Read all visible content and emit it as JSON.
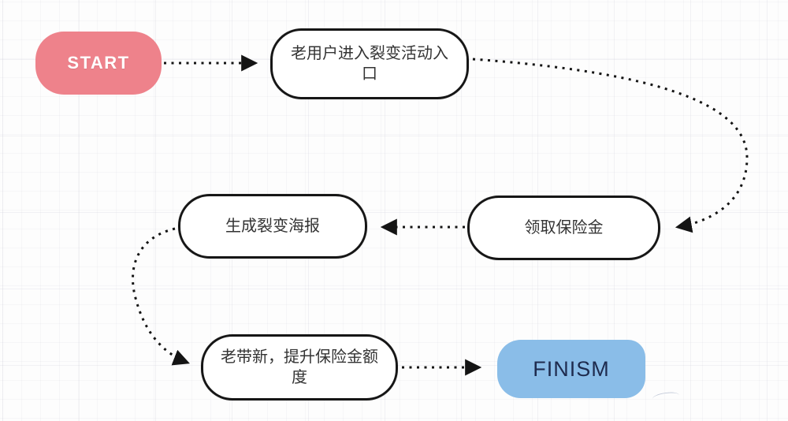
{
  "diagram": {
    "type": "flowchart",
    "background": "grid-paper",
    "nodes": [
      {
        "id": "start",
        "label": "START",
        "shape": "rounded-pill",
        "fill": "#ee828b",
        "text_color": "#ffffff"
      },
      {
        "id": "entry",
        "label": "老用户进入裂变活动入口",
        "shape": "rounded-outline",
        "fill": "#ffffff",
        "text_color": "#333333"
      },
      {
        "id": "claim",
        "label": "领取保险金",
        "shape": "rounded-outline",
        "fill": "#ffffff",
        "text_color": "#333333"
      },
      {
        "id": "poster",
        "label": "生成裂变海报",
        "shape": "rounded-outline",
        "fill": "#ffffff",
        "text_color": "#333333"
      },
      {
        "id": "invite",
        "label": "老带新，提升保险金额度",
        "shape": "rounded-outline",
        "fill": "#ffffff",
        "text_color": "#333333"
      },
      {
        "id": "finish",
        "label": "FINISM",
        "shape": "rounded-pill",
        "fill": "#8abde8",
        "text_color": "#1e2b4e"
      }
    ],
    "edges": [
      {
        "from": "start",
        "to": "entry",
        "style": "dotted-arrow",
        "direction": "right"
      },
      {
        "from": "entry",
        "to": "claim",
        "style": "dotted-arrow-curved",
        "direction": "right-down-left"
      },
      {
        "from": "claim",
        "to": "poster",
        "style": "dotted-arrow",
        "direction": "left"
      },
      {
        "from": "poster",
        "to": "invite",
        "style": "dotted-arrow-curved",
        "direction": "left-down-right"
      },
      {
        "from": "invite",
        "to": "finish",
        "style": "dotted-arrow",
        "direction": "right"
      }
    ],
    "colors": {
      "edge": "#141414",
      "node_border": "#161616",
      "start_fill": "#ee828b",
      "finish_fill": "#8abde8",
      "grid_line": "#e4e4ea"
    }
  }
}
